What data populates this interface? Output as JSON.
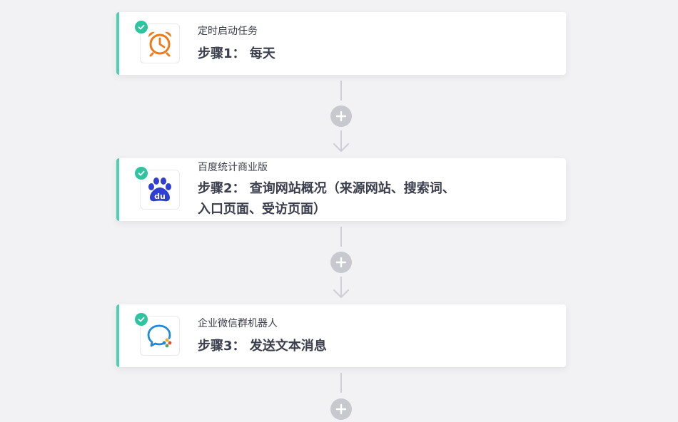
{
  "steps": [
    {
      "app_name": "定时启动任务",
      "title": "步骤1： 每天",
      "icon": "alarm-clock-icon",
      "status": "check-icon"
    },
    {
      "app_name": "百度统计商业版",
      "title": "步骤2： 查询网站概况（来源网站、搜索词、入口页面、受访页面）",
      "icon": "baidu-paw-icon",
      "status": "check-icon"
    },
    {
      "app_name": "企业微信群机器人",
      "title": "步骤3： 发送文本消息",
      "icon": "wecom-chat-icon",
      "status": "check-icon"
    }
  ],
  "colors": {
    "accent": "#4fd1b0",
    "check": "#2ec4a0",
    "connector": "#cfd0d6",
    "add_button": "#c8c9cf",
    "clock": "#f07a1a",
    "baidu": "#2f3fd6",
    "wecom_blue": "#1d8ae0"
  }
}
